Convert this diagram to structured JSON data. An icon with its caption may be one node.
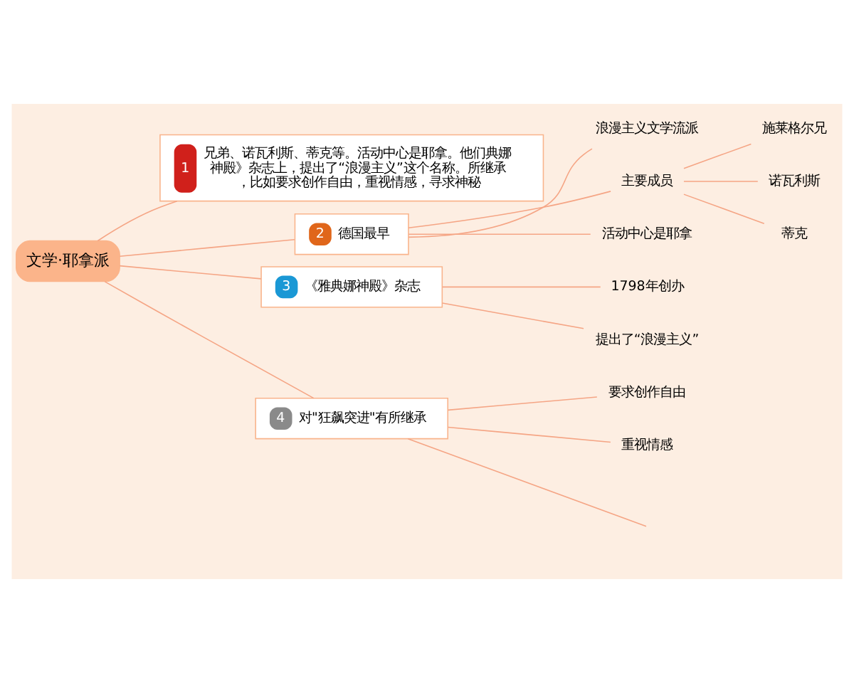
{
  "diagram": {
    "nodes": [
      {
        "text": [
          "文学·耶拿派"
        ]
      },
      {
        "text": [
          "1",
          "兄弟、诺瓦利斯、蒂克等。活动中心是耶拿。他们典娜神殿》杂志上，提出了“浪漫主义”这个名称。所继承，比如要求创作自由，重视情感，寻求神秘"
        ]
      },
      {
        "text": [
          "2",
          "德国最早"
        ]
      },
      {
        "text": [
          "浪漫主义文学流派"
        ]
      },
      {
        "text": [
          "主要成员"
        ]
      },
      {
        "text": [
          "施莱格尔兄"
        ]
      },
      {
        "text": [
          "诺瓦利斯"
        ]
      },
      {
        "text": [
          "蒂克"
        ]
      },
      {
        "text": [
          "活动中心是耶拿"
        ]
      },
      {
        "text": [
          "3",
          "《雅典娜神殿》杂志"
        ]
      },
      {
        "text": [
          "1798年创办"
        ]
      },
      {
        "text": [
          "提出了“浪漫主义”"
        ]
      },
      {
        "text": [
          "4",
          "对\"狂飙突进\"有所继承"
        ]
      },
      {
        "text": [
          "要求创作自由"
        ]
      },
      {
        "text": [
          "重视情感"
        ]
      }
    ],
    "edges": [
      {
        "from": 0,
        "to": 1,
        "arrow": "none"
      },
      {
        "from": 0,
        "to": 2,
        "arrow": "none"
      },
      {
        "from": 2,
        "to": 3,
        "arrow": "none"
      },
      {
        "from": 2,
        "to": 4,
        "arrow": "none"
      },
      {
        "from": 4,
        "to": 5,
        "arrow": "none"
      },
      {
        "from": 4,
        "to": 6,
        "arrow": "none"
      },
      {
        "from": 4,
        "to": 7,
        "arrow": "none"
      },
      {
        "from": 2,
        "to": 8,
        "arrow": "none"
      },
      {
        "from": 0,
        "to": 9,
        "arrow": "none"
      },
      {
        "from": 9,
        "to": 10,
        "arrow": "none"
      },
      {
        "from": 9,
        "to": 11,
        "arrow": "none"
      },
      {
        "from": 0,
        "to": 12,
        "arrow": "none"
      },
      {
        "from": 12,
        "to": 13,
        "arrow": "none"
      },
      {
        "from": 12,
        "to": 14,
        "arrow": "none"
      },
      {
        "from": 12,
        "to": null,
        "arrow": "none"
      }
    ]
  }
}
